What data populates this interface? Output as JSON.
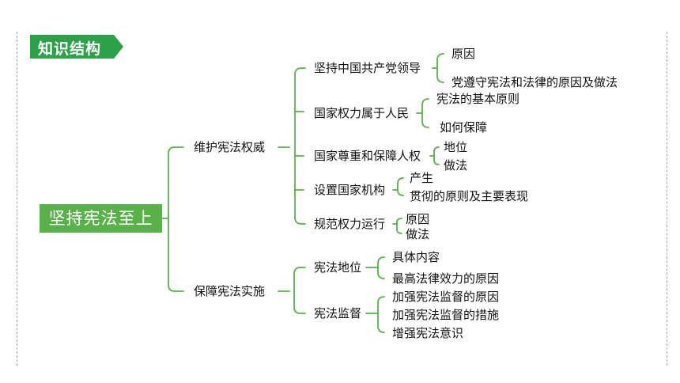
{
  "title": "知识结构",
  "root": "坚持宪法至上",
  "level1": [
    "维护宪法权威",
    "保障宪法实施"
  ],
  "level2": [
    "坚持中国共产党领导",
    "国家权力属于人民",
    "国家尊重和保障人权",
    "设置国家机构",
    "规范权力运行",
    "宪法地位",
    "宪法监督"
  ],
  "level3": [
    "原因",
    "党遵守宪法和法律的原因及做法",
    "宪法的基本原则",
    "如何保障",
    "地位",
    "做法",
    "产生",
    "贯彻的原则及主要表现",
    "原因",
    "做法",
    "具体内容",
    "最高法律效力的原因",
    "加强宪法监督的原因",
    "加强宪法监督的措施",
    "增强宪法意识"
  ],
  "colors": {
    "accent": "#5ab04a",
    "dashed_border": "#6fc29a",
    "title_bg": "#2fa04a"
  }
}
